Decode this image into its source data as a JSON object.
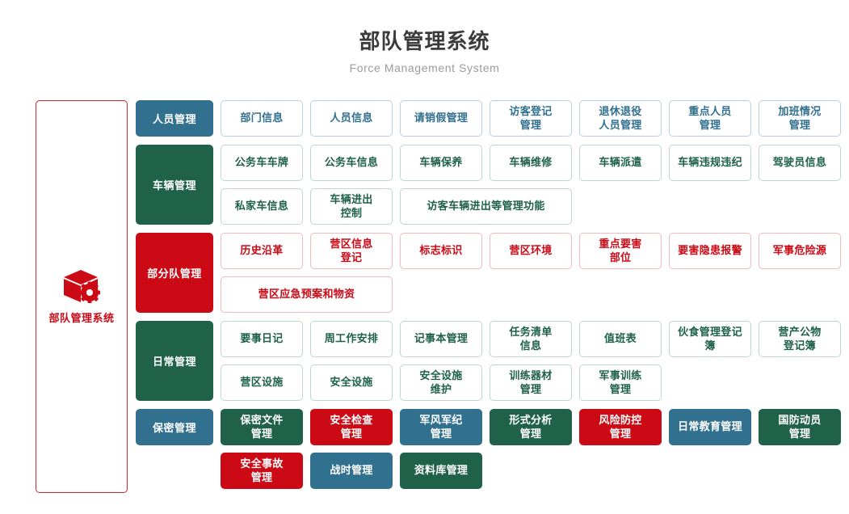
{
  "header": {
    "title": "部队管理系统",
    "subtitle": "Force Management System"
  },
  "sidebar": {
    "label": "部队管理系统",
    "icon": "cube-gear-icon",
    "border_color": "#d6232e",
    "text_color": "#cc0a16"
  },
  "palette": {
    "blue": "#31708f",
    "green": "#1f6149",
    "red": "#cb0a16",
    "blue_border": "#b8d0dd",
    "green_border": "#bed6cc",
    "red_border": "#f0b9bd"
  },
  "groups": [
    {
      "header": "人员管理",
      "color": "blue",
      "header_style": "filled-tall",
      "cards": [
        {
          "label": "部门信息",
          "style": "o-blue"
        },
        {
          "label": "人员信息",
          "style": "o-blue"
        },
        {
          "label": "请销假管理",
          "style": "o-blue"
        },
        {
          "label": "访客登记\n管理",
          "style": "o-blue"
        },
        {
          "label": "退休退役\n人员管理",
          "style": "o-blue"
        },
        {
          "label": "重点人员\n管理",
          "style": "o-blue"
        },
        {
          "label": "加班情况\n管理",
          "style": "o-blue"
        }
      ]
    },
    {
      "header": "车辆管理",
      "color": "green",
      "header_style": "filled-tall",
      "cards": [
        {
          "label": "公务车车牌",
          "style": "o-green"
        },
        {
          "label": "公务车信息",
          "style": "o-green"
        },
        {
          "label": "车辆保养",
          "style": "o-green"
        },
        {
          "label": "车辆维修",
          "style": "o-green"
        },
        {
          "label": "车辆派遣",
          "style": "o-green"
        },
        {
          "label": "车辆违规违纪",
          "style": "o-green"
        },
        {
          "label": "驾驶员信息",
          "style": "o-green"
        },
        {
          "label": "私家车信息",
          "style": "o-green"
        },
        {
          "label": "车辆进出\n控制",
          "style": "o-green"
        },
        {
          "label": "访客车辆进出等管理功能",
          "style": "o-green",
          "span": 2
        }
      ]
    },
    {
      "header": "部分队管理",
      "color": "red",
      "header_style": "filled-tall",
      "cards": [
        {
          "label": "历史沿革",
          "style": "o-red"
        },
        {
          "label": "营区信息\n登记",
          "style": "o-red"
        },
        {
          "label": "标志标识",
          "style": "o-red"
        },
        {
          "label": "营区环境",
          "style": "o-red"
        },
        {
          "label": "重点要害\n部位",
          "style": "o-red"
        },
        {
          "label": "要害隐患报警",
          "style": "o-red"
        },
        {
          "label": "军事危险源",
          "style": "o-red"
        },
        {
          "label": "营区应急预案和物资",
          "style": "o-red",
          "span": 2
        }
      ]
    },
    {
      "header": "日常管理",
      "color": "green",
      "header_style": "filled-tall",
      "cards": [
        {
          "label": "要事日记",
          "style": "o-green"
        },
        {
          "label": "周工作安排",
          "style": "o-green"
        },
        {
          "label": "记事本管理",
          "style": "o-green"
        },
        {
          "label": "任务清单\n信息",
          "style": "o-green"
        },
        {
          "label": "值班表",
          "style": "o-green"
        },
        {
          "label": "伙食管理登记簿",
          "style": "o-green"
        },
        {
          "label": "营产公物\n登记簿",
          "style": "o-green"
        },
        {
          "label": "营区设施",
          "style": "o-green"
        },
        {
          "label": "安全设施",
          "style": "o-green"
        },
        {
          "label": "安全设施\n维护",
          "style": "o-green"
        },
        {
          "label": "训练器材\n管理",
          "style": "o-green"
        },
        {
          "label": "军事训练\n管理",
          "style": "o-green"
        }
      ]
    },
    {
      "header": "保密管理",
      "color": "blue",
      "header_style": "filled-tile",
      "cards": [
        {
          "label": "保密文件\n管理",
          "style": "f-green"
        },
        {
          "label": "安全检查\n管理",
          "style": "f-red"
        },
        {
          "label": "军风军纪\n管理",
          "style": "f-blue"
        },
        {
          "label": "形式分析\n管理",
          "style": "f-green"
        },
        {
          "label": "风险防控\n管理",
          "style": "f-red"
        },
        {
          "label": "日常教育管理",
          "style": "f-blue"
        },
        {
          "label": "国防动员\n管理",
          "style": "f-green"
        },
        {
          "label": "安全事故\n管理",
          "style": "f-red"
        },
        {
          "label": "战时管理",
          "style": "f-blue"
        },
        {
          "label": "资料库管理",
          "style": "f-green"
        }
      ]
    }
  ]
}
